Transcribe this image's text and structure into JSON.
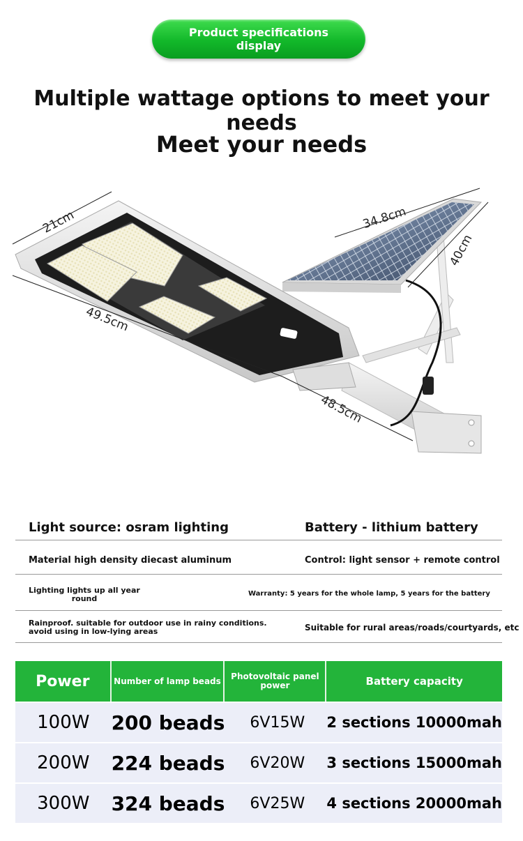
{
  "header": {
    "pill_text": "Product specifications display",
    "headline": "Multiple wattage options to meet your needs",
    "subheadline": "Meet your needs"
  },
  "dimensions": {
    "lamp_width": "21cm",
    "lamp_length": "49.5cm",
    "arm_length": "48.5cm",
    "panel_width": "34.8cm",
    "panel_height": "40cm"
  },
  "specs": {
    "light_source": "Light source: osram lighting",
    "battery": "Battery - lithium battery",
    "material": "Material high density diecast aluminum",
    "control": "Control: light sensor + remote control",
    "lighting": "Lighting lights up all year round",
    "warranty": "Warranty: 5 years for the whole lamp, 5 years for the battery",
    "rainproof": "Rainproof. suitable for outdoor use in rainy conditions. avoid using in low-lying areas",
    "suitable": "Suitable for rural areas/roads/courtyards, etc"
  },
  "table": {
    "headers": {
      "power": "Power",
      "beads": "Number of lamp beads",
      "pv": "Photovoltaic panel power",
      "battery": "Battery capacity"
    },
    "rows": [
      {
        "power": "100W",
        "beads": "200 beads",
        "pv": "6V15W",
        "battery": "2 sections 10000mah"
      },
      {
        "power": "200W",
        "beads": "224 beads",
        "pv": "6V20W",
        "battery": "3 sections 15000mah"
      },
      {
        "power": "300W",
        "beads": "324 beads",
        "pv": "6V25W",
        "battery": "4 sections 20000mah"
      }
    ]
  },
  "colors": {
    "accent_green": "#23b43a",
    "table_row_bg": "#eceef8"
  }
}
